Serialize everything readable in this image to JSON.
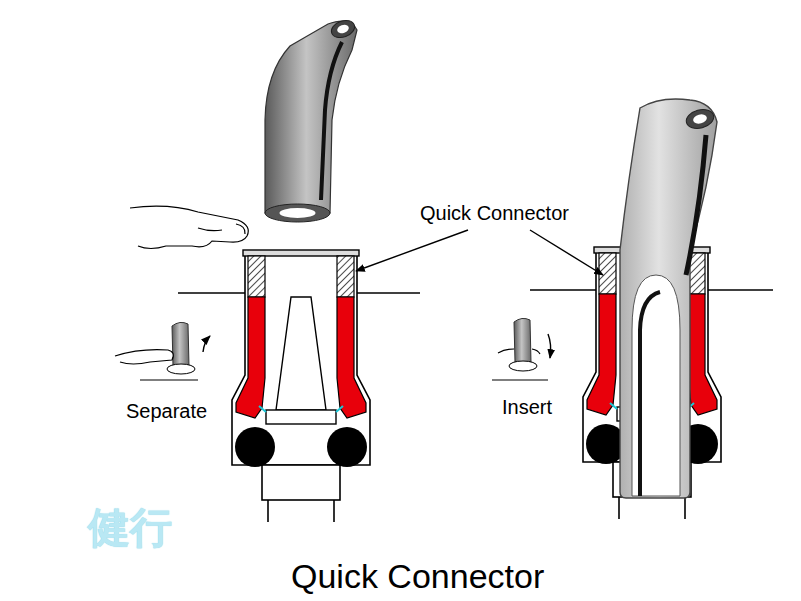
{
  "diagram": {
    "caption": "Quick Connector",
    "labels": [
      "Quick Connector",
      "Separate",
      "Insert",
      "健行"
    ]
  }
}
